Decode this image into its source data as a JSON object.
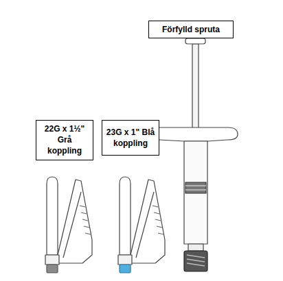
{
  "diagram": {
    "nodes": [
      {
        "text": [
          "Förfylld spruta"
        ]
      },
      {
        "text": [
          "22G x 1½\" Grå koppling"
        ]
      },
      {
        "text": [
          "23G x 1\" Blå koppling"
        ]
      }
    ]
  }
}
